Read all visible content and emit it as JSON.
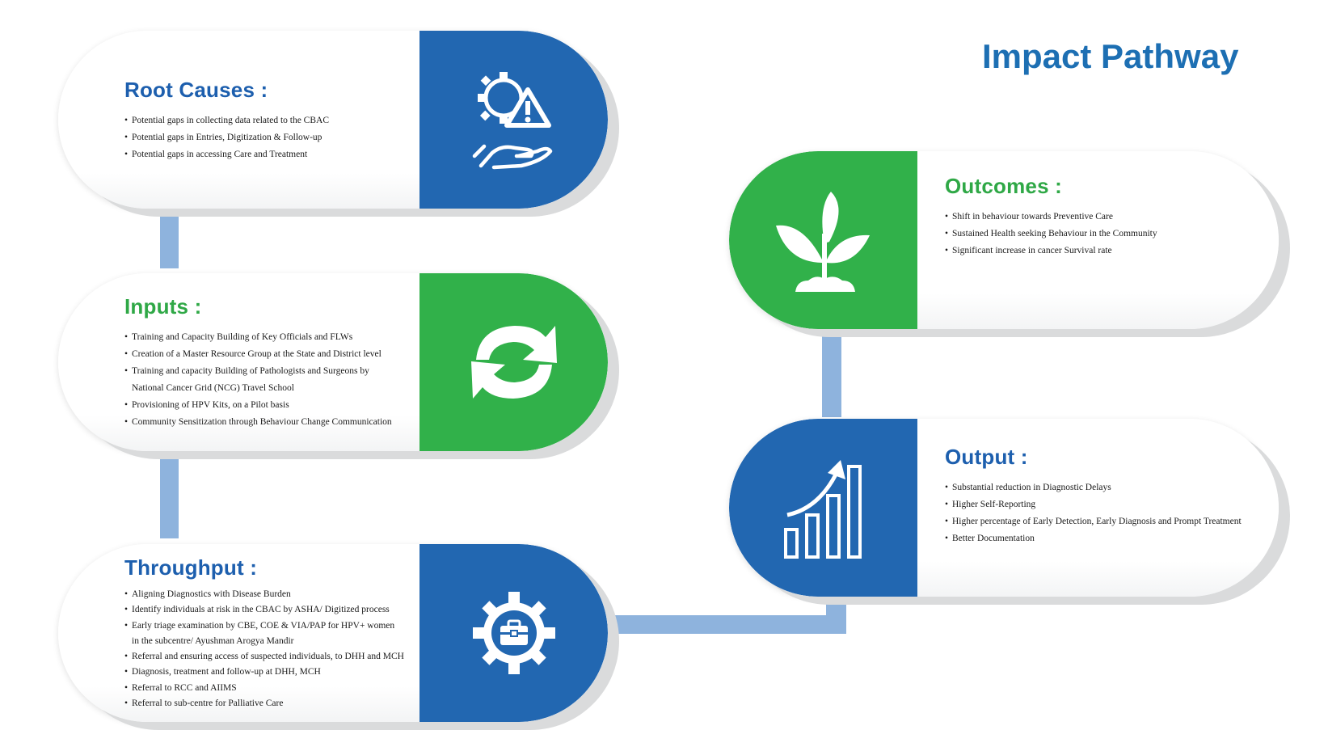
{
  "title": "Impact Pathway",
  "colors": {
    "blue": "#2267b1",
    "green": "#31b14a",
    "connector": "#8eb3dd",
    "title": "#1d6fb3"
  },
  "root_causes": {
    "heading": "Root Causes :",
    "icon": "gear-warning-hand-icon",
    "items": [
      "Potential gaps in collecting data related to the CBAC",
      "Potential gaps in Entries, Digitization & Follow-up",
      "Potential gaps in accessing Care and Treatment"
    ]
  },
  "inputs": {
    "heading": "Inputs :",
    "icon": "refresh-arrows-icon",
    "items": [
      "Training and Capacity Building of Key Officials and FLWs",
      "Creation of a Master Resource Group at the State and District level",
      "Training and capacity Building of Pathologists and Surgeons by",
      "National Cancer Grid (NCG) Travel School",
      "Provisioning of HPV Kits, on a Pilot basis",
      "Community Sensitization through Behaviour Change Communication"
    ]
  },
  "throughput": {
    "heading": "Throughput :",
    "icon": "gear-toolbox-icon",
    "items": [
      "Aligning Diagnostics with Disease Burden",
      "Identify individuals at risk in the CBAC by ASHA/ Digitized process",
      "Early triage examination by CBE, COE & VIA/PAP for HPV+ women",
      "in the subcentre/ Ayushman Arogya Mandir",
      "Referral and ensuring access of suspected individuals, to DHH and MCH",
      "Diagnosis, treatment and follow-up at DHH, MCH",
      "Referral to RCC and AIIMS",
      "Referral to sub-centre for Palliative Care"
    ]
  },
  "outcomes": {
    "heading": "Outcomes :",
    "icon": "plant-sprout-icon",
    "items": [
      "Shift in behaviour towards Preventive Care",
      "Sustained Health seeking Behaviour in the Community",
      "Significant increase in cancer Survival rate"
    ]
  },
  "output": {
    "heading": "Output :",
    "icon": "growth-chart-icon",
    "items": [
      "Substantial reduction in Diagnostic Delays",
      "Higher Self-Reporting",
      "Higher percentage of Early Detection, Early Diagnosis and Prompt Treatment",
      "Better Documentation"
    ]
  }
}
